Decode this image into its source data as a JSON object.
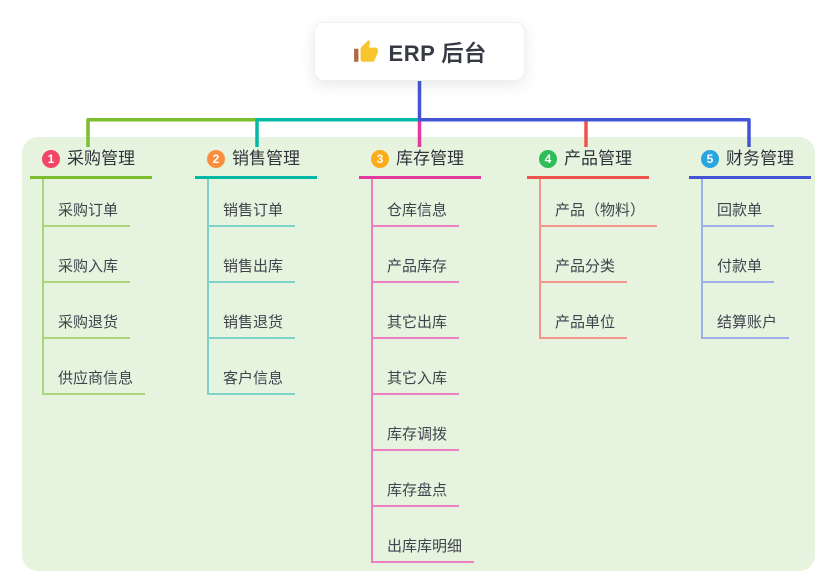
{
  "root": {
    "title": "ERP 后台",
    "icon": "thumbs-up-icon"
  },
  "canvas": {
    "background": "#e6f4df"
  },
  "branches": [
    {
      "number": "1",
      "title": "采购管理",
      "accent": "#7cbe2e",
      "light": "#abd57f",
      "badge": "#f14668",
      "children": [
        "采购订单",
        "采购入库",
        "采购退货",
        "供应商信息"
      ]
    },
    {
      "number": "2",
      "title": "销售管理",
      "accent": "#04b8a6",
      "light": "#7fd4c9",
      "badge": "#f98f3d",
      "children": [
        "销售订单",
        "销售出库",
        "销售退货",
        "客户信息"
      ]
    },
    {
      "number": "3",
      "title": "库存管理",
      "accent": "#e23a9d",
      "light": "#ef7fc0",
      "badge": "#fbac18",
      "children": [
        "仓库信息",
        "产品库存",
        "其它出库",
        "其它入库",
        "库存调拨",
        "库存盘点",
        "出库库明细"
      ]
    },
    {
      "number": "4",
      "title": "产品管理",
      "accent": "#f0544e",
      "light": "#f5958e",
      "badge": "#2ebd59",
      "children": [
        "产品（物料）",
        "产品分类",
        "产品单位"
      ]
    },
    {
      "number": "5",
      "title": "财务管理",
      "accent": "#4355d4",
      "light": "#9cafe6",
      "badge": "#27a6df",
      "children": [
        "回款单",
        "付款单",
        "结算账户"
      ]
    }
  ]
}
